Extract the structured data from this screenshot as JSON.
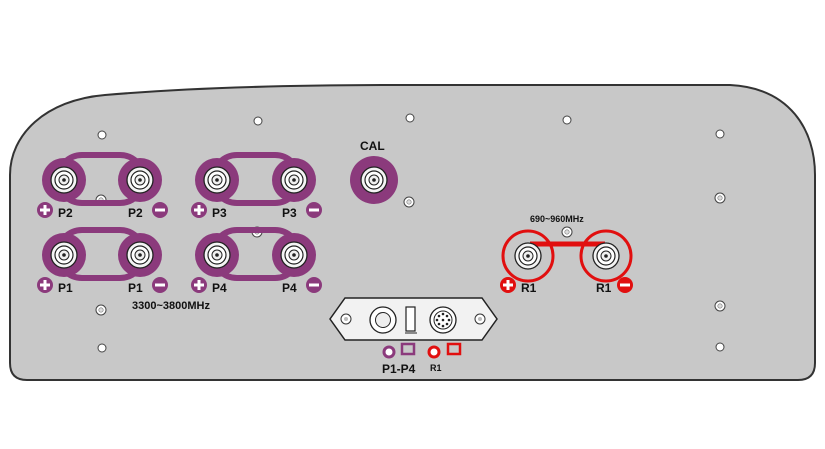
{
  "colors": {
    "panel_fill": "#c8c8c8",
    "panel_stroke": "#333333",
    "purple": "#8b3a7c",
    "red": "#e10f0f",
    "connector_ring": "#e6e6e6",
    "hole_fill": "#ffffff"
  },
  "ports": {
    "p2_plus": "P2",
    "p2_minus": "P2",
    "p3_plus": "P3",
    "p3_minus": "P3",
    "p1_plus": "P1",
    "p1_minus": "P1",
    "p4_plus": "P4",
    "p4_minus": "P4",
    "cal": "CAL",
    "r1_plus": "R1",
    "r1_minus": "R1"
  },
  "bands": {
    "low_band": "690~960MHz",
    "high_band": "3300~3800MHz"
  },
  "indicators": {
    "p1_p4": "P1-P4",
    "r1": "R1"
  },
  "icons": {
    "plus": "plus-icon",
    "minus": "minus-icon",
    "connector": "rf-connector-icon",
    "screw": "screw-hole-icon"
  }
}
